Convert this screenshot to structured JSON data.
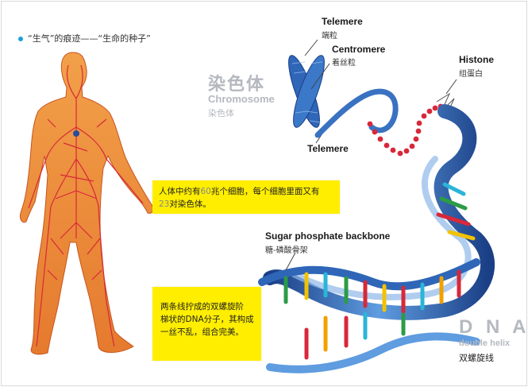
{
  "header": {
    "bullet_text": "“生气”的痕迹——“生命的种子”"
  },
  "chromosome": {
    "title_cn": "染色体",
    "title_en": "Chromosome",
    "subtitle_cn": "染色体"
  },
  "labels": {
    "telomere_top_en": "Telemere",
    "telomere_top_cn": "端粒",
    "centromere_en": "Centromere",
    "centromere_cn": "着丝粒",
    "histone_en": "Histone",
    "histone_cn": "组蛋白",
    "telomere_bottom_en": "Telemere",
    "backbone_en": "Sugar phosphate backbone",
    "backbone_cn": "糖-磷酸骨架"
  },
  "dna": {
    "title_en": "D N A",
    "subtitle_en": "double helix",
    "subtitle_cn": "双螺旋线"
  },
  "notes": {
    "note1_line1_a": "人体中约有",
    "note1_line1_num": "60",
    "note1_line1_b": "兆个细胞，每个细胞里面又有",
    "note1_line2_num": "23",
    "note1_line2_b": "对染色体。",
    "note2_line1": "两条线拧成的双螺旋阶",
    "note2_line2": "梯状的DNA分子，其构成",
    "note2_line3": "一丝不乱，组合完美。"
  },
  "colors": {
    "bullet": "#1aa0d8",
    "note_bg": "#ffee00",
    "body_fill": "#e8893a",
    "vessel": "#d8283a",
    "helix_blue": "#2f66b8",
    "muted_title": "#b5b9bf"
  }
}
